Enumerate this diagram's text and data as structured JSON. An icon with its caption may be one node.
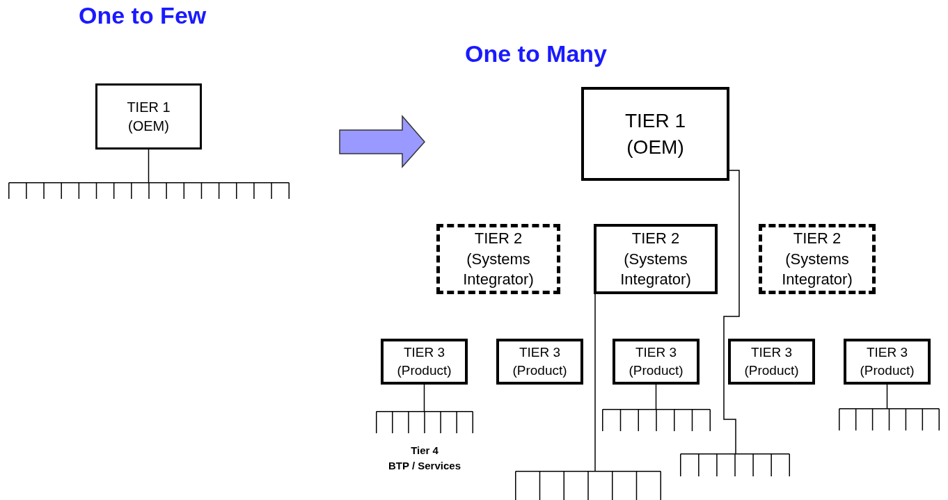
{
  "diagram": {
    "nodes": [
      {
        "text": [
          "TIER 1 (OEM)"
        ]
      },
      {
        "text": [],
        "shape": "comb"
      },
      {
        "text": [
          "TIER 1 (OEM)"
        ]
      },
      {
        "text": [
          "TIER 2 (Systems Integrator)"
        ]
      },
      {
        "text": [
          "TIER 2 (Systems Integrator)"
        ]
      },
      {
        "text": [
          "TIER 2 (Systems Integrator)"
        ]
      },
      {
        "text": [
          "TIER 3 (Product)"
        ]
      },
      {
        "text": [
          "TIER 3 (Product)"
        ]
      },
      {
        "text": [
          "TIER 3 (Product)"
        ]
      },
      {
        "text": [
          "TIER 3 (Product)"
        ]
      },
      {
        "text": [
          "TIER 3 (Product)"
        ]
      },
      {
        "text": [],
        "shape": "comb",
        "beside": [
          "Tier 4",
          "BTP / Services"
        ]
      },
      {
        "text": [],
        "shape": "comb"
      },
      {
        "text": [],
        "shape": "comb"
      },
      {
        "text": [],
        "shape": "comb"
      },
      {
        "text": [],
        "shape": "comb"
      }
    ],
    "edges": [
      {
        "from": 0,
        "to": 1,
        "arrow": "none"
      },
      {
        "from": 2,
        "to": 14,
        "arrow": "none"
      },
      {
        "from": 4,
        "to": 15,
        "arrow": "none"
      },
      {
        "from": 6,
        "to": 11,
        "arrow": "none"
      },
      {
        "from": 8,
        "to": 12,
        "arrow": "none"
      },
      {
        "from": 10,
        "to": 13,
        "arrow": "none"
      }
    ],
    "labels": [
      "One to Few",
      "One to Many"
    ]
  }
}
